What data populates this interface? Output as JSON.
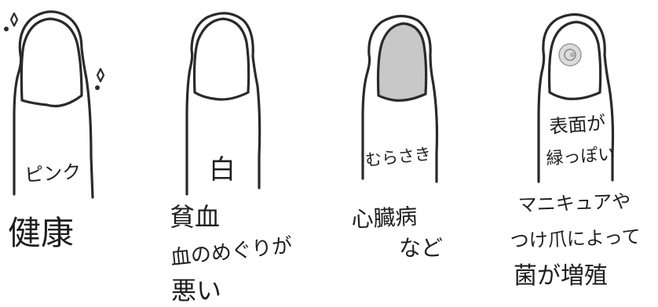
{
  "colors": {
    "ink": "#2a2a2a",
    "nail_pink": "#ffffff",
    "nail_white": "#ffffff",
    "nail_purple": "#c8c8c8",
    "nail_green_spot": "#dcdcdc"
  },
  "nails": [
    {
      "id": "pink",
      "nail_label": "ピンク",
      "meaning": [
        "健康"
      ],
      "icons": [
        "sparkle-icon",
        "sparkle-icon"
      ]
    },
    {
      "id": "white",
      "nail_label": "白",
      "meaning": [
        "貧血",
        "血のめぐりが",
        "悪い"
      ]
    },
    {
      "id": "purple",
      "nail_label": "むらさき",
      "meaning": [
        "心臓病",
        "など"
      ]
    },
    {
      "id": "green",
      "nail_label": [
        "表面が",
        "緑っぽい"
      ],
      "meaning": [
        "マニキュアや",
        "つけ爪によって",
        "菌が増殖"
      ]
    }
  ]
}
